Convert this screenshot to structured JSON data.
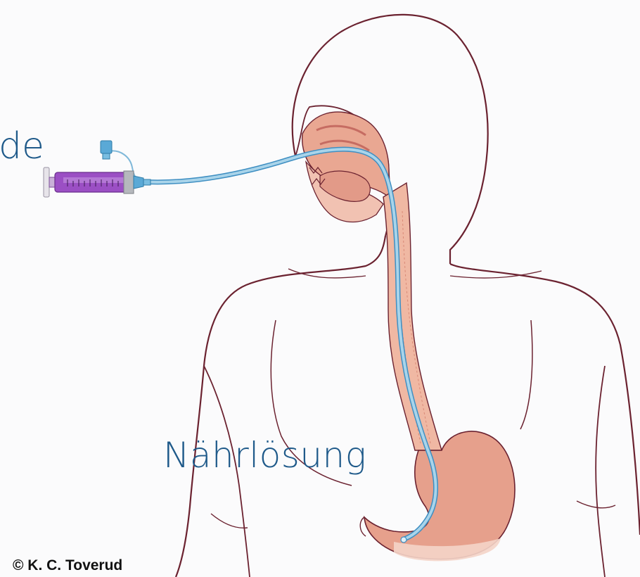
{
  "labels": {
    "top": "de",
    "bottom": "Nährlösung"
  },
  "copyright": "© K. C. Toverud",
  "colors": {
    "label_text": "#1f5a8a",
    "outline": "#6b2230",
    "tissue": "#e9a792",
    "tissue_dark": "#c66c62",
    "tube": "#a9d4ea",
    "tube_edge": "#3f8fc2",
    "syringe_purple": "#9b4fc4",
    "background_tint": "#f6f7f9"
  },
  "icons": {
    "feeding_syringe": "syringe-icon",
    "luer_connector": "connector-cap-icon"
  }
}
